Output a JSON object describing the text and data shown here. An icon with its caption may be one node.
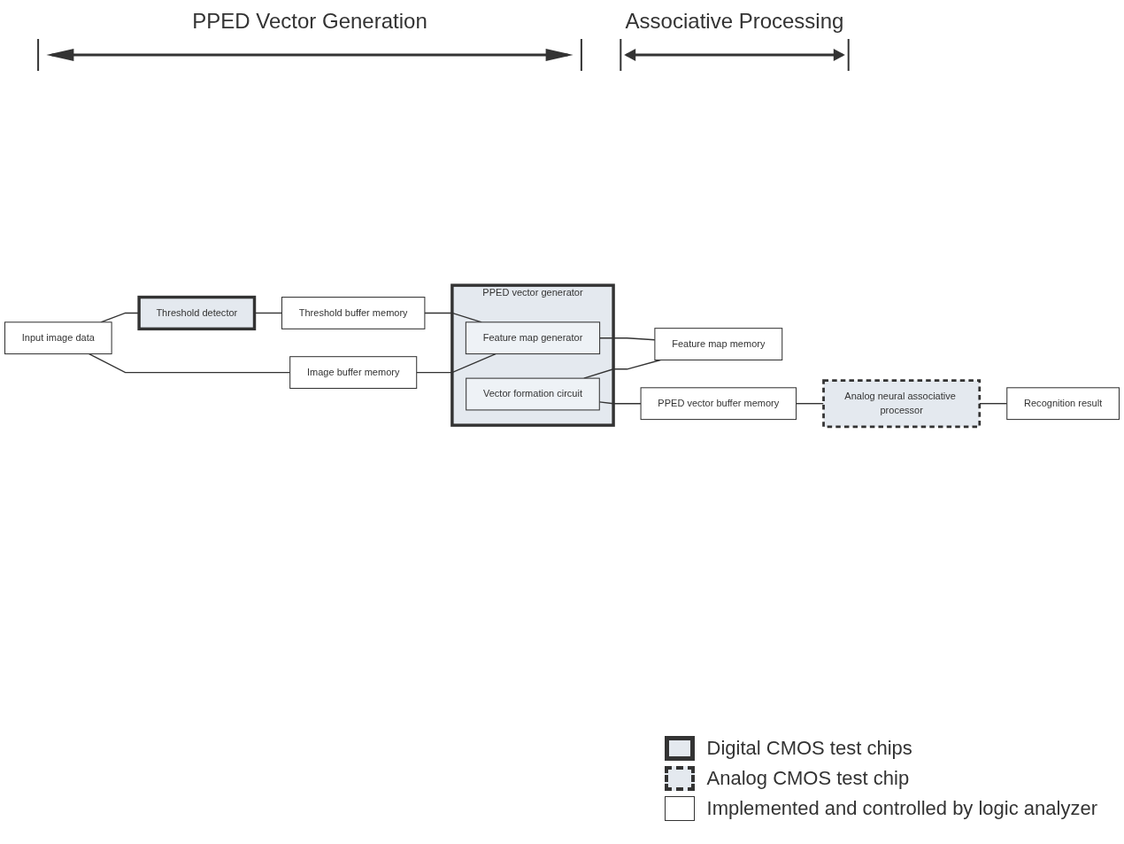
{
  "diagram": {
    "nodes": [
      {
        "text": [
          "Input image data"
        ]
      },
      {
        "text": [
          "Threshold detector"
        ]
      },
      {
        "text": [
          "Threshold buffer memory"
        ]
      },
      {
        "text": [
          "Image buffer memory"
        ]
      },
      {
        "text": [
          "PPED vector generator"
        ]
      },
      {
        "text": [
          "Feature map generator"
        ],
        "in": 4
      },
      {
        "text": [
          "Vector formation circuit"
        ],
        "in": 4
      },
      {
        "text": [
          "Feature map memory"
        ]
      },
      {
        "text": [
          "PPED vector buffer memory"
        ]
      },
      {
        "text": [
          "Analog neural associative processor"
        ]
      },
      {
        "text": [
          "Recognition result"
        ]
      }
    ],
    "edges": [
      {
        "from": 0,
        "to": 1,
        "arrow": "none"
      },
      {
        "from": 0,
        "to": 3,
        "arrow": "none"
      },
      {
        "from": 1,
        "to": 2,
        "arrow": "none"
      },
      {
        "from": 2,
        "to": 5,
        "arrow": "none"
      },
      {
        "from": 3,
        "to": 5,
        "arrow": "none"
      },
      {
        "from": 5,
        "to": 7,
        "arrow": "none"
      },
      {
        "from": 6,
        "to": 7,
        "arrow": "none"
      },
      {
        "from": 6,
        "to": 8,
        "arrow": "none"
      },
      {
        "from": 8,
        "to": 9,
        "arrow": "none"
      },
      {
        "from": 9,
        "to": 10,
        "arrow": "none"
      }
    ],
    "labels": [
      "PPED Vector Generation",
      "Associative Processing"
    ],
    "legend": [
      {
        "text": "Digital CMOS test chips"
      },
      {
        "text": "Analog CMOS test chip"
      },
      {
        "text": "Implemented and controlled by logic analyzer"
      }
    ]
  }
}
